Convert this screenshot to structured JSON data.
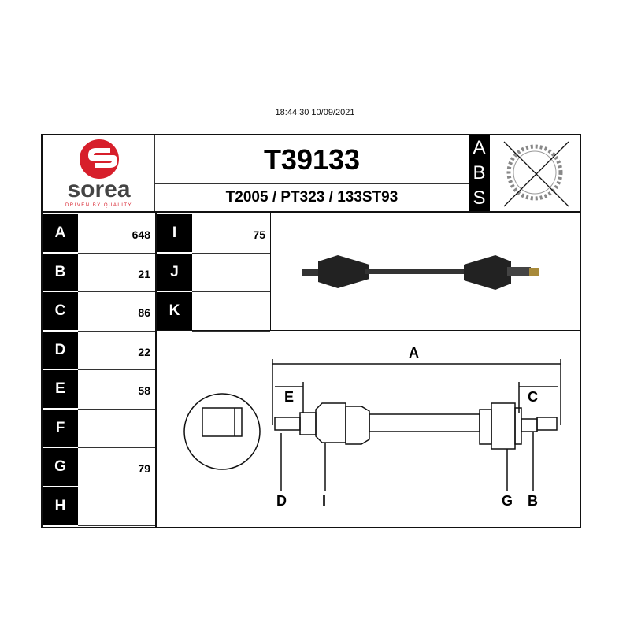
{
  "timestamp": "18:44:30 10/09/2021",
  "logo": {
    "brand": "sorea",
    "tagline": "DRIVEN BY QUALITY",
    "color": "#d71f2b"
  },
  "part_number": "T39133",
  "cross_refs": "T2005 / PT323 / 133ST93",
  "abs": {
    "letters": [
      "A",
      "B",
      "S"
    ],
    "icon": "abs-ring-crossed-icon"
  },
  "dimensions_left": [
    {
      "label": "A",
      "value": "648"
    },
    {
      "label": "B",
      "value": "21"
    },
    {
      "label": "C",
      "value": "86"
    },
    {
      "label": "D",
      "value": "22"
    },
    {
      "label": "E",
      "value": "58"
    },
    {
      "label": "F",
      "value": ""
    },
    {
      "label": "G",
      "value": "79"
    },
    {
      "label": "H",
      "value": ""
    }
  ],
  "dimensions_mid": [
    {
      "label": "I",
      "value": "75"
    },
    {
      "label": "J",
      "value": ""
    },
    {
      "label": "K",
      "value": ""
    }
  ],
  "diagram_labels": {
    "A": "A",
    "E": "E",
    "C": "C",
    "D": "D",
    "I": "I",
    "G": "G",
    "B": "B"
  }
}
